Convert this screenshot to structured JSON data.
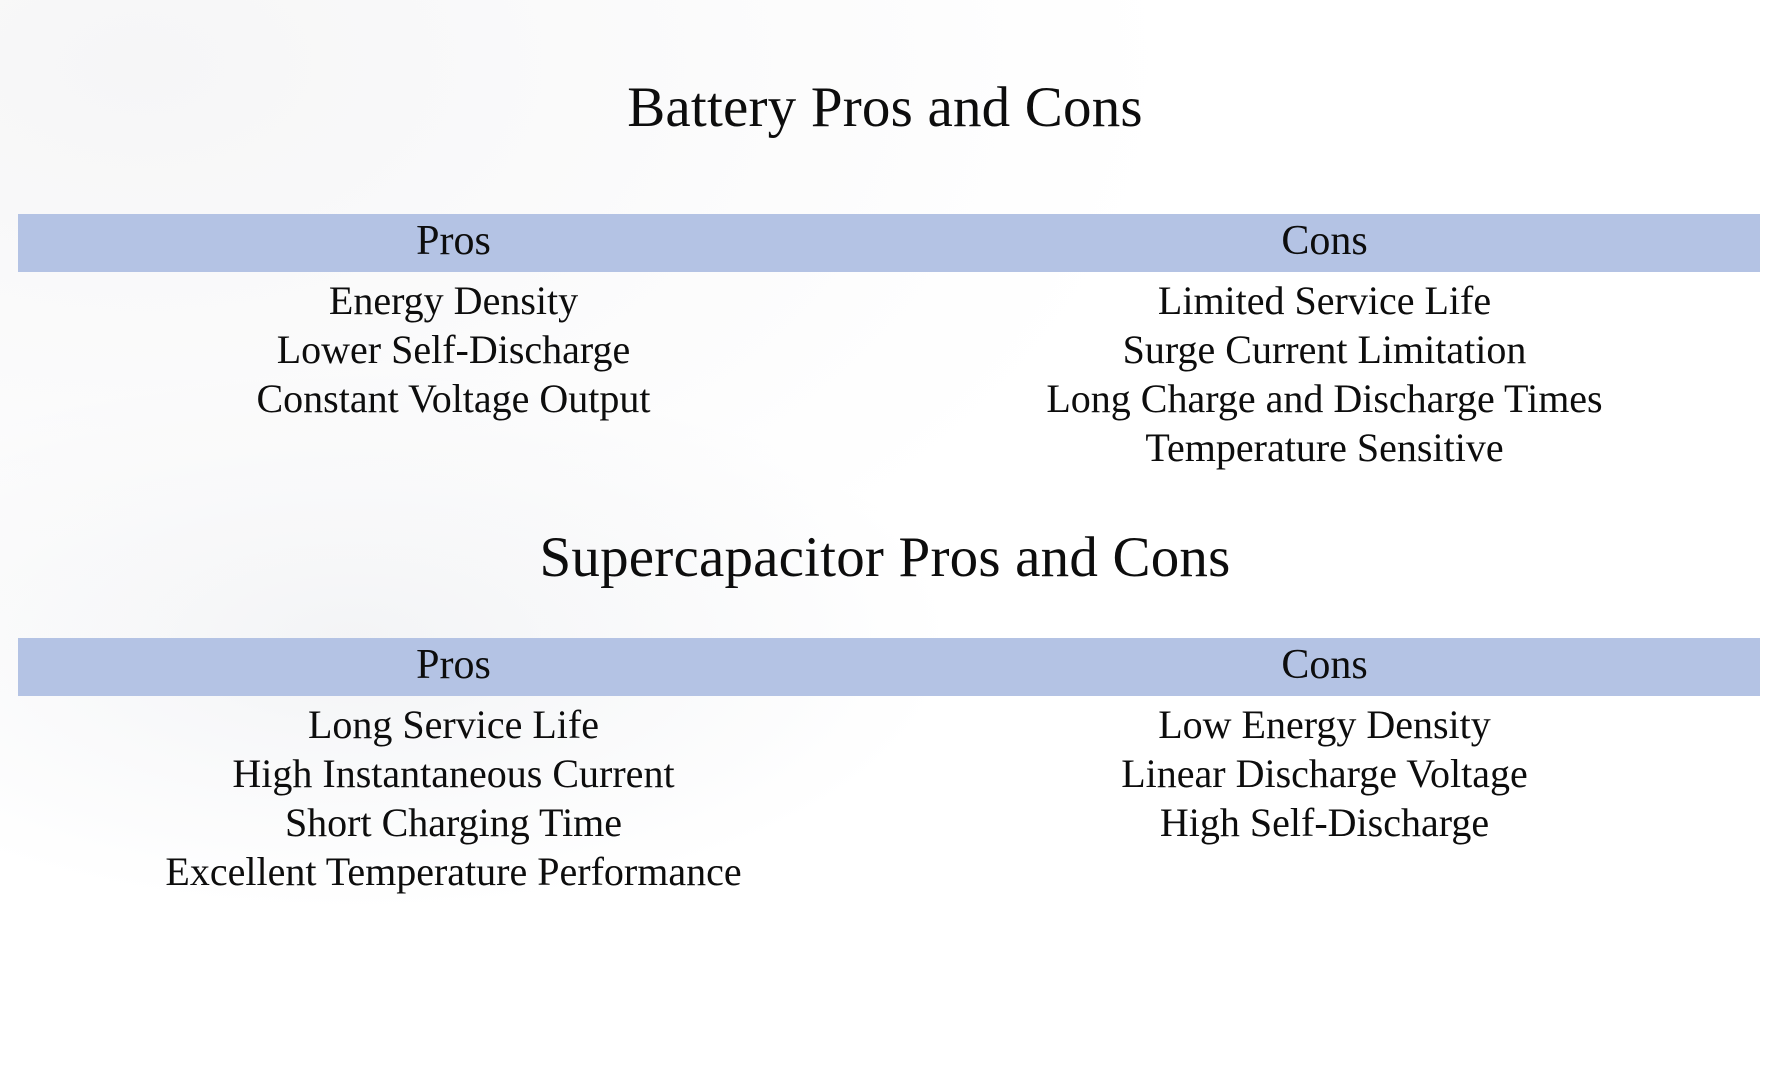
{
  "theme": {
    "header_bar_color": "#b4c3e4",
    "background_color": "#ffffff",
    "text_color": "#0d0d0d"
  },
  "sections": [
    {
      "id": "battery",
      "title": "Battery Pros and Cons",
      "pros_header": "Pros",
      "cons_header": "Cons",
      "pros": [
        "Energy Density",
        "Lower Self-Discharge",
        "Constant Voltage Output"
      ],
      "cons": [
        "Limited Service Life",
        "Surge Current Limitation",
        "Long Charge and Discharge Times",
        "Temperature Sensitive"
      ]
    },
    {
      "id": "supercapacitor",
      "title": "Supercapacitor Pros and Cons",
      "pros_header": "Pros",
      "cons_header": "Cons",
      "pros": [
        "Long Service Life",
        "High Instantaneous Current",
        "Short Charging Time",
        "Excellent Temperature Performance"
      ],
      "cons": [
        "Low Energy Density",
        "Linear Discharge Voltage",
        "High Self-Discharge"
      ]
    }
  ]
}
